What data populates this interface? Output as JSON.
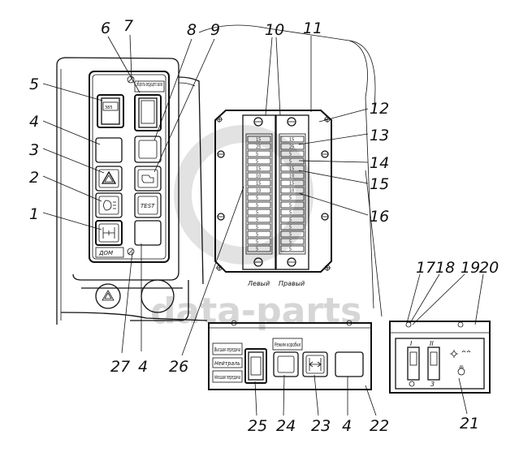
{
  "watermark": "data-parts",
  "callouts": [
    "1",
    "2",
    "3",
    "4",
    "5",
    "6",
    "7",
    "8",
    "9",
    "10",
    "11",
    "12",
    "13",
    "14",
    "15",
    "16",
    "17",
    "18",
    "19",
    "20",
    "21",
    "22",
    "23",
    "24",
    "25",
    "26",
    "27"
  ],
  "labels": {
    "plate_top": "обороты ведущего вала",
    "plate_bottom": "ДОМ",
    "test": "TEST",
    "left_block": "Левый",
    "right_block": "Правый",
    "gear_high": "Высшая передача",
    "gear_neutral": "Нейтраль",
    "gear_low": "Низшая передача",
    "gear_mode": "Режим коробки",
    "switch_I": "I",
    "switch_II": "II",
    "switch_3": "3"
  },
  "fuse_values": {
    "left": [
      "15",
      "25",
      "5",
      "5",
      "15",
      "10",
      "15",
      "10",
      "5",
      "5",
      "5",
      "5",
      "5",
      "5",
      "5",
      "5"
    ],
    "right": [
      "15",
      "25",
      "5",
      "5",
      "15",
      "10",
      "15",
      "10",
      "5",
      "5",
      "5",
      "5",
      "5",
      "5",
      "5",
      "5"
    ]
  }
}
